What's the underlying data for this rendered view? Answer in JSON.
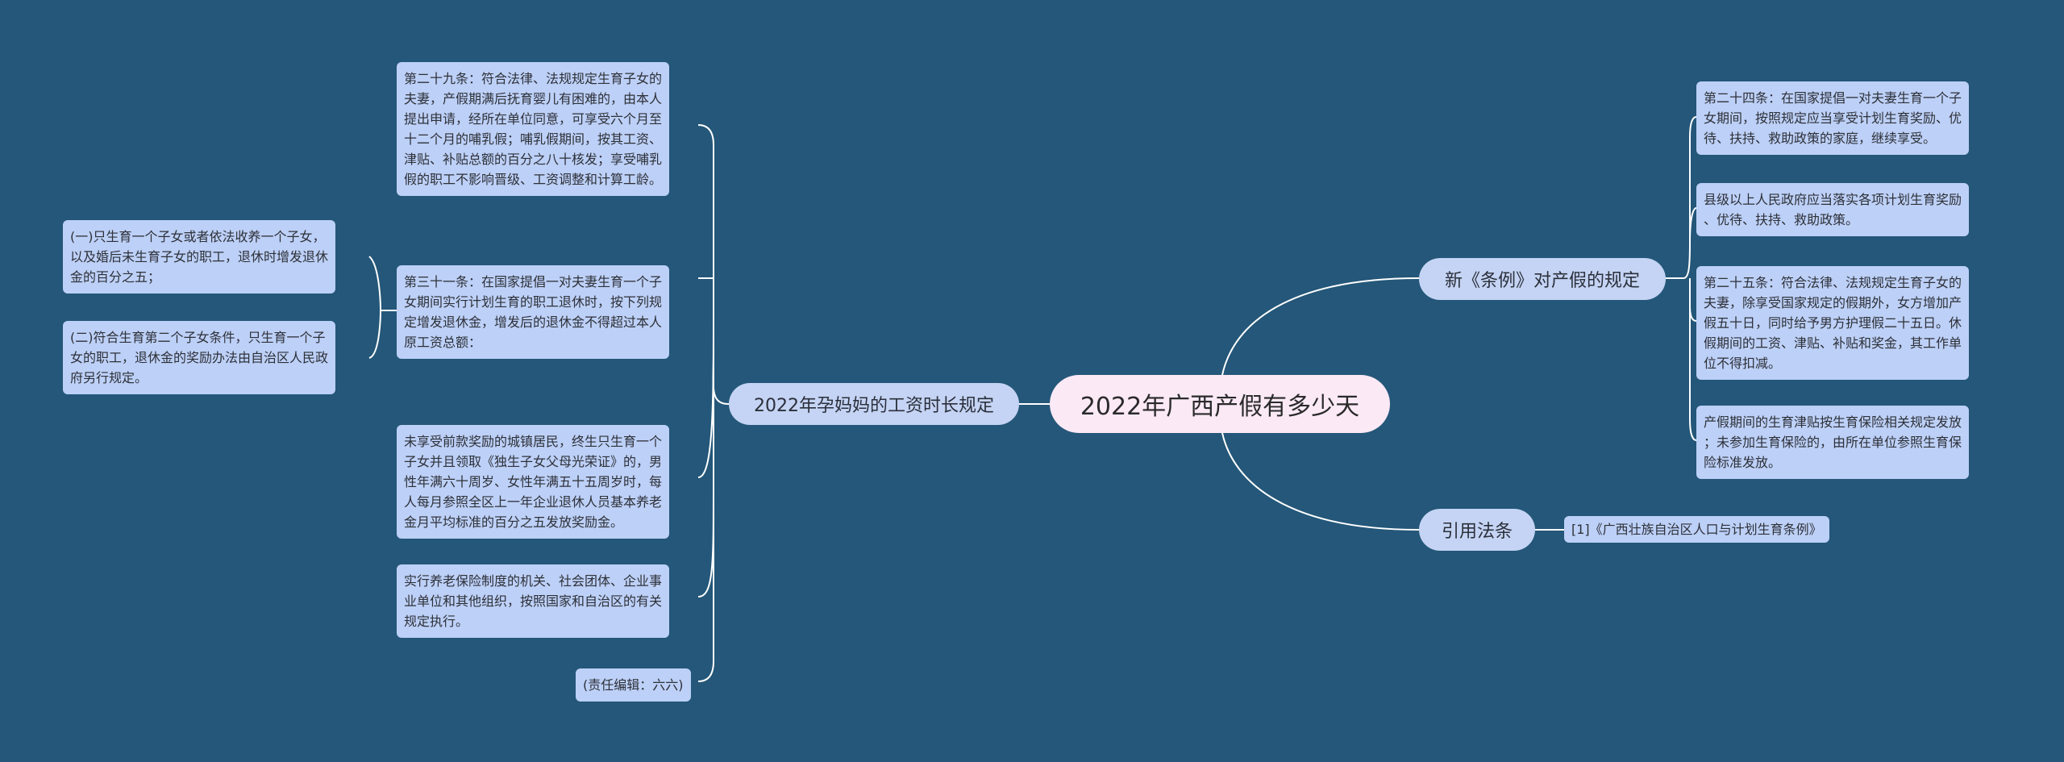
{
  "root": {
    "title": "2022年广西产假有多少天"
  },
  "branches": {
    "left_main": {
      "label": "2022年孕妈妈的工资时长规定"
    },
    "right_regs": {
      "label": "新《条例》对产假的规定"
    },
    "right_cite": {
      "label": "引用法条"
    }
  },
  "left_leaves": {
    "art29": {
      "text": "第二十九条：符合法律、法规规定生育子女的\n夫妻，产假期满后抚育婴儿有困难的，由本人\n提出申请，经所在单位同意，可享受六个月至\n十二个月的哺乳假；哺乳假期间，按其工资、\n津贴、补贴总额的百分之八十核发；享受哺乳\n假的职工不影响晋级、工资调整和计算工龄。"
    },
    "art31": {
      "text": "第三十一条：在国家提倡一对夫妻生育一个子\n女期间实行计划生育的职工退休时，按下列规\n定增发退休金，增发后的退休金不得超过本人\n原工资总额："
    },
    "art31_sub1": {
      "text": "(一)只生育一个子女或者依法收养一个子女，\n以及婚后未生育子女的职工，退休时增发退休\n金的百分之五；"
    },
    "art31_sub2": {
      "text": "(二)符合生育第二个子女条件，只生育一个子\n女的职工，退休金的奖励办法由自治区人民政\n府另行规定。"
    },
    "urban": {
      "text": "未享受前款奖励的城镇居民，终生只生育一个\n子女并且领取《独生子女父母光荣证》的，男\n性年满六十周岁、女性年满五十五周岁时，每\n人每月参照全区上一年企业退休人员基本养老\n金月平均标准的百分之五发放奖励金。"
    },
    "pension": {
      "text": "实行养老保险制度的机关、社会团体、企业事\n业单位和其他组织，按照国家和自治区的有关\n规定执行。"
    },
    "editor": {
      "text": "(责任编辑：六六)"
    }
  },
  "right_leaves": {
    "art24": {
      "text": "第二十四条：在国家提倡一对夫妻生育一个子\n女期间，按照规定应当享受计划生育奖励、优\n待、扶持、救助政策的家庭，继续享受。"
    },
    "county": {
      "text": "县级以上人民政府应当落实各项计划生育奖励\n、优待、扶持、救助政策。"
    },
    "art25": {
      "text": "第二十五条：符合法律、法规规定生育子女的\n夫妻，除享受国家规定的假期外，女方增加产\n假五十日，同时给予男方护理假二十五日。休\n假期间的工资、津贴、补贴和奖金，其工作单\n位不得扣减。"
    },
    "allowance": {
      "text": "产假期间的生育津贴按生育保险相关规定发放\n；未参加生育保险的，由所在单位参照生育保\n险标准发放。"
    },
    "cite": {
      "text": "[1]《广西壮族自治区人口与计划生育条例》"
    }
  }
}
